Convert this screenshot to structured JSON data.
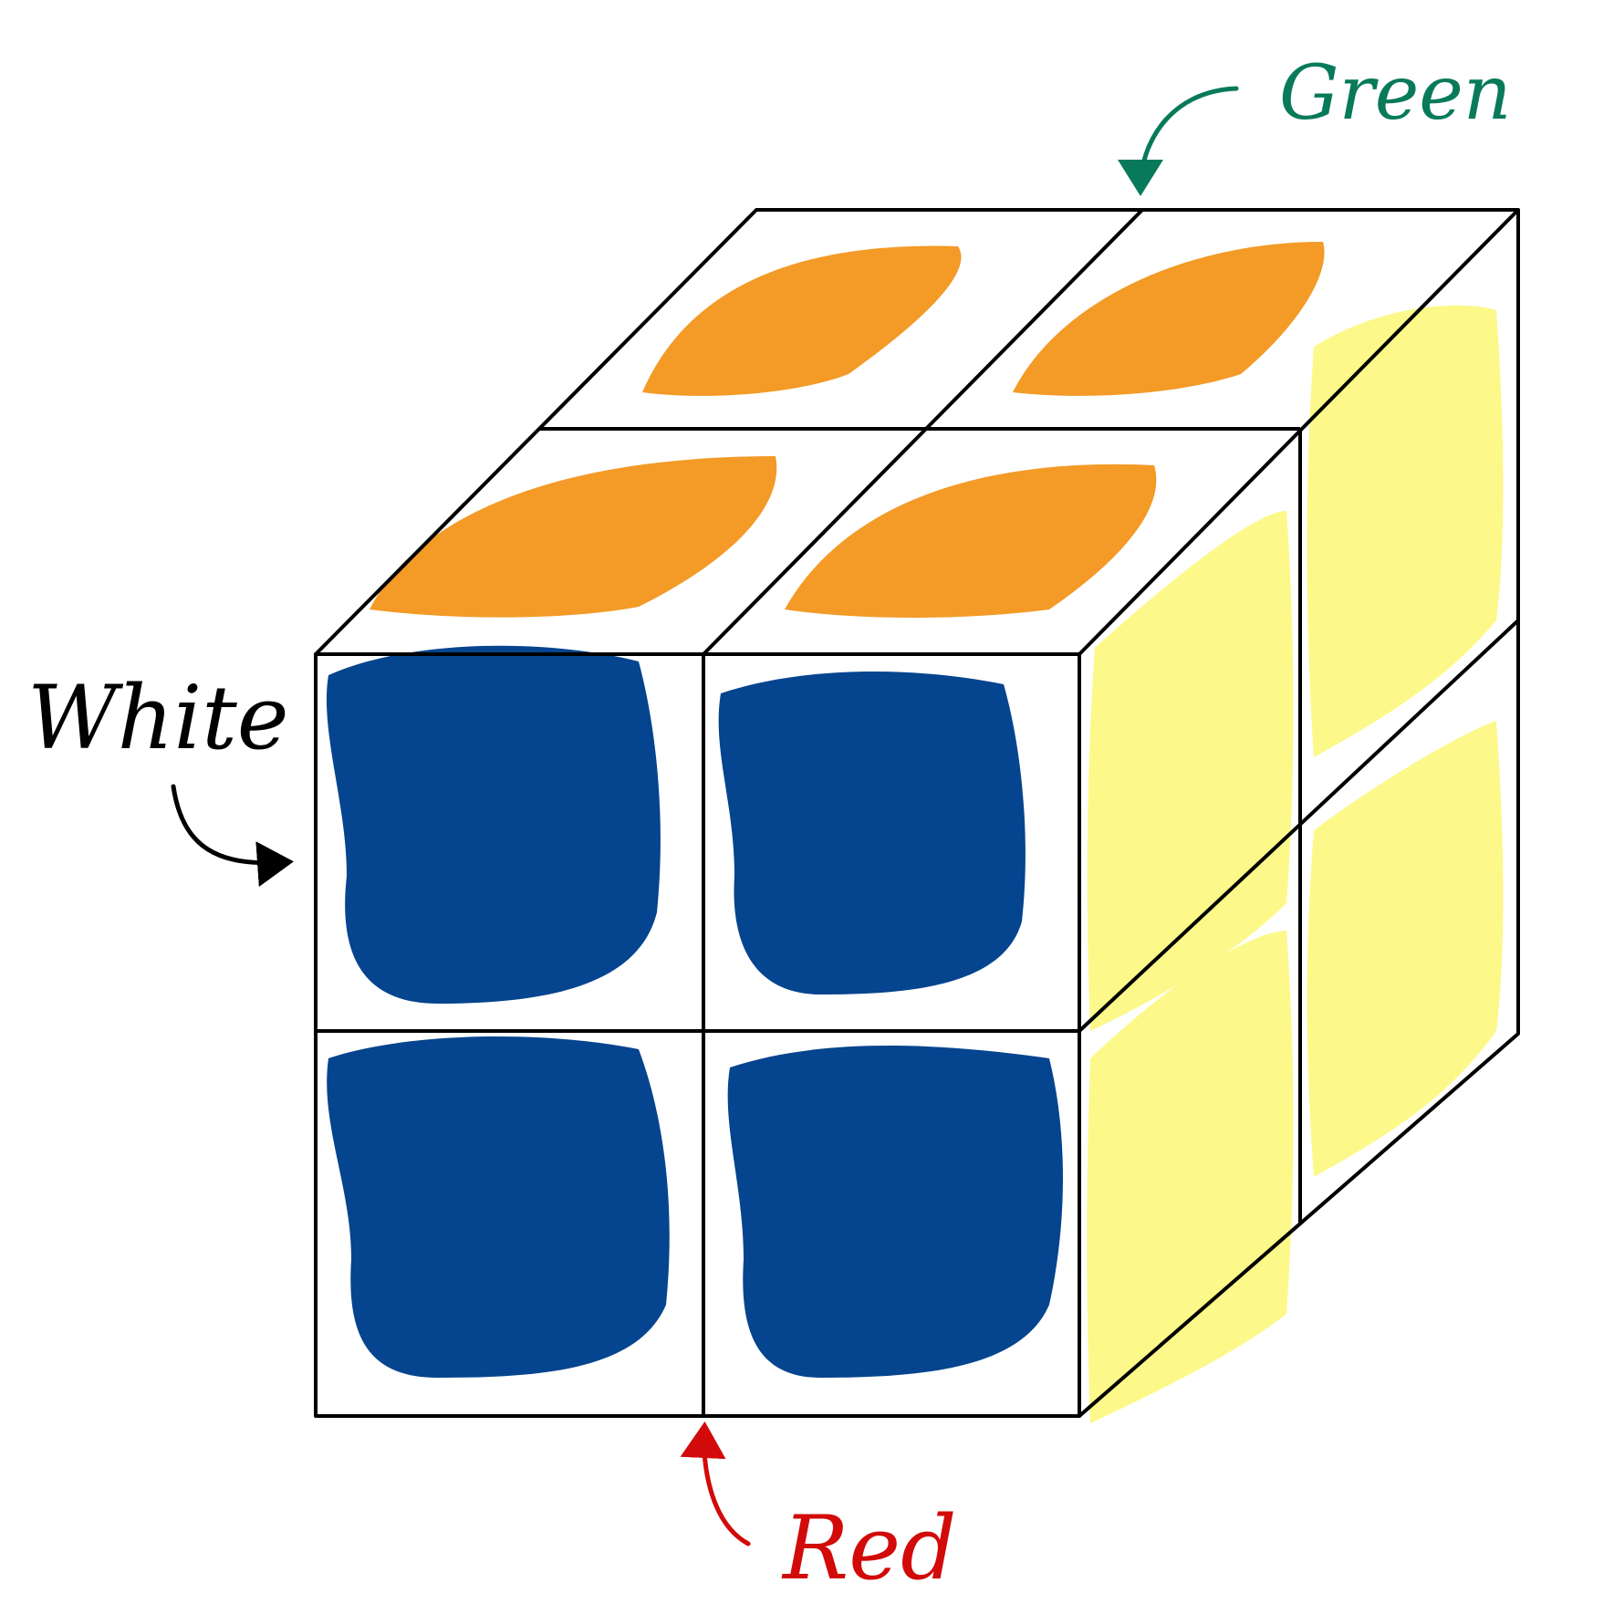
{
  "labels": {
    "top_hidden_face": "Green",
    "front_hidden_face": "White",
    "bottom_hidden_face": "Red"
  },
  "faces": {
    "front": {
      "stickers": [
        "blue",
        "blue",
        "blue",
        "blue"
      ]
    },
    "top": {
      "stickers": [
        "orange",
        "orange",
        "orange",
        "orange"
      ]
    },
    "right": {
      "stickers": [
        "yellow",
        "yellow",
        "yellow",
        "yellow"
      ]
    }
  },
  "colors": {
    "blue": "#05448E",
    "orange": "#F39A27",
    "yellow": "#FCF98A",
    "green_label": "#087A5A",
    "red_label": "#D20A0A",
    "white_label": "#000000",
    "outline": "#000000"
  }
}
